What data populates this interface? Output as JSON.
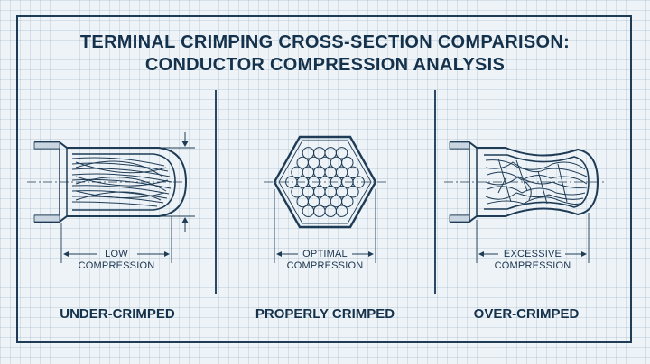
{
  "title": {
    "line1": "TERMINAL CRIMPING CROSS-SECTION COMPARISON:",
    "line2": "CONDUCTOR COMPRESSION ANALYSIS"
  },
  "panels": [
    {
      "dim_line1": "LOW",
      "dim_line2": "COMPRESSION",
      "label": "UNDER-CRIMPED"
    },
    {
      "dim_line1": "OPTIMAL",
      "dim_line2": "COMPRESSION",
      "label": "PROPERLY CRIMPED"
    },
    {
      "dim_line1": "EXCESSIVE",
      "dim_line2": "COMPRESSION",
      "label": "OVER-CRIMPED"
    }
  ],
  "colors": {
    "ink": "#1f3c56",
    "paper": "#eef3f7",
    "grid": "#b9cad8"
  }
}
